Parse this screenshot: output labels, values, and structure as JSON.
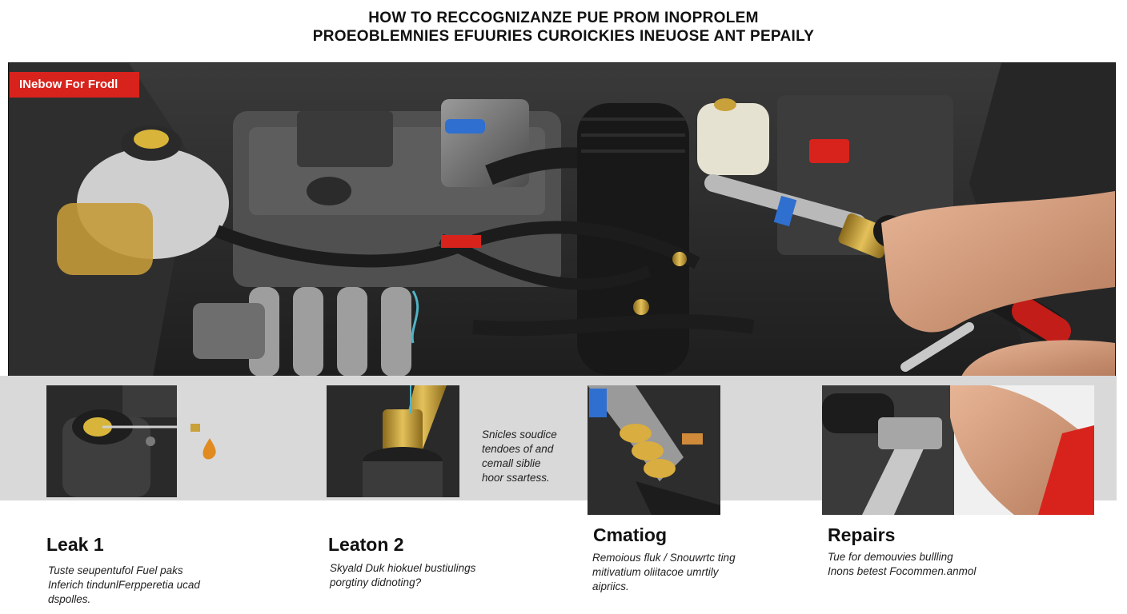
{
  "header": {
    "title_line1": "HOW TO RECCOGNIZANZE PUE PROM INOPROLEM",
    "title_line2": "PROEOBLEMNIES EFUURIES CUROICKIES INEUOSE ANT PEPAILY"
  },
  "hero": {
    "badge_label": "INebow For Frodl"
  },
  "steps": [
    {
      "title": "Leak  1",
      "desc": "Tuste seupentufol Fuel paks\nInferich tindunlFerpperetia ucad\ndspolles."
    },
    {
      "title": "Leaton 2",
      "desc": "Skyald Duk hiokuel  bustiulings\nporgtiny didnoting?"
    },
    {
      "title": "Cmatiog",
      "desc": "Remoious fluk / Snouwrtc ting\nmitivatium oliitacoe umrtily\naipriics."
    },
    {
      "title": "Repairs",
      "desc": "Tue for demouvies bullling\nInons betest  Focommen.anmol"
    }
  ],
  "side_note": "Snicles soudice\ntendoes of and\ncemall siblie\nhoor ssartess.",
  "colors": {
    "badge": "#d8231d",
    "band": "#d9d9d9",
    "brass": "#c9a13a",
    "accent_blue": "#2f6fd0"
  },
  "icons": [
    "engine-illustration",
    "wrench-icon",
    "fuel-drop-icon",
    "hand-icon"
  ]
}
